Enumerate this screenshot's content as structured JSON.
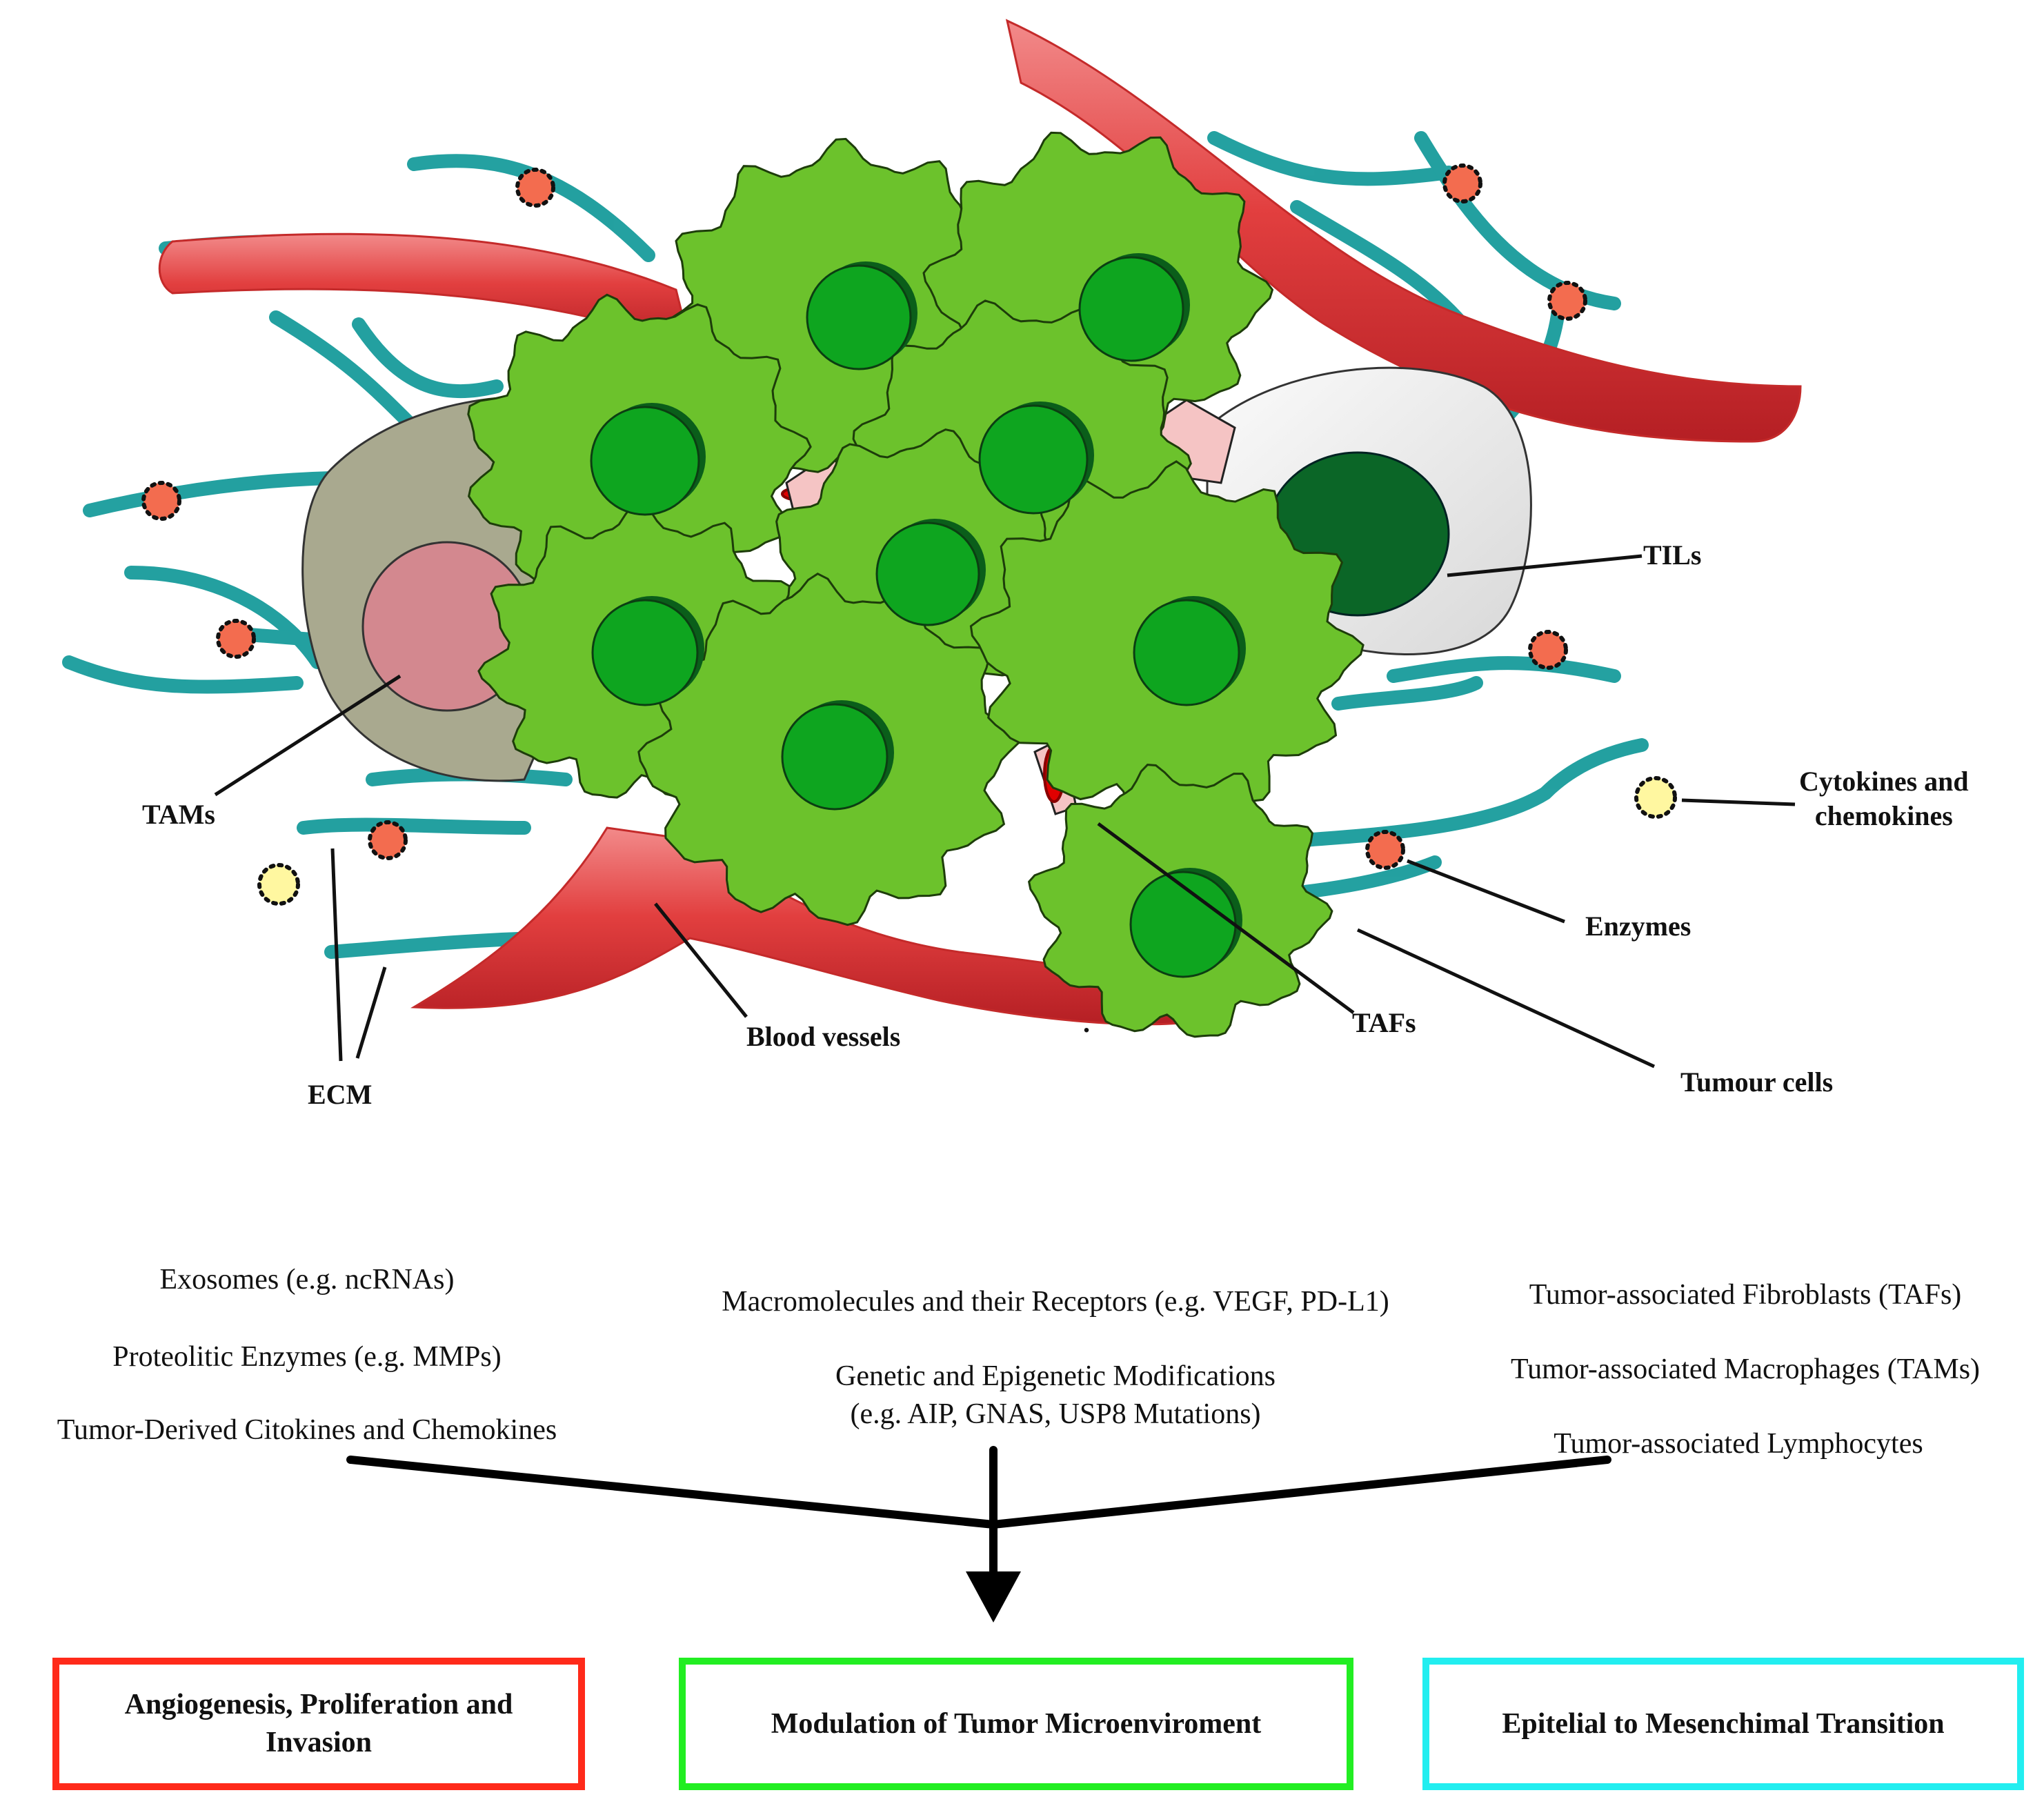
{
  "labels": {
    "tils": "TILs",
    "cytokines": "Cytokines and\nchemokines",
    "tams": "TAMs",
    "enzymes": "Enzymes",
    "blood_vessels": "Blood vessels",
    "tafs": "TAFs",
    "tumour_cells": "Tumour cells",
    "ecm": "ECM",
    "dot": "."
  },
  "factors": {
    "left": [
      "Exosomes (e.g. ncRNAs)",
      "Proteolitic Enzymes (e.g. MMPs)",
      "Tumor-Derived Citokines and Chemokines"
    ],
    "center": [
      "Macromolecules and their Receptors (e.g. VEGF, PD-L1)",
      "Genetic and Epigenetic Modifications\n(e.g. AIP, GNAS, USP8 Mutations)"
    ],
    "right": [
      "Tumor-associated Fibroblasts (TAFs)",
      "Tumor-associated Macrophages (TAMs)",
      "Tumor-associated Lymphocytes"
    ]
  },
  "outcomes": [
    {
      "label": "Angiogenesis, Proliferation  and\nInvasion",
      "color": "#ff2a1a"
    },
    {
      "label": "Modulation of Tumor Microenviroment",
      "color": "#22ee22"
    },
    {
      "label": "Epitelial to Mesenchimal Transition",
      "color": "#22eef0"
    }
  ],
  "colors": {
    "tumor_cell": "#6cc22c",
    "nucleus": "#0ea51f",
    "vessel": "#e23f3f",
    "ecm_fiber": "#119999",
    "enzyme": "#f36c4f",
    "cytokine": "#fff7a0",
    "tam_body": "#a9a98f",
    "tam_nucleus": "#d3888f",
    "til_body": "#eeeeee",
    "til_nucleus": "#0b6627",
    "taf": "#f5c4c4",
    "arrow": "#000000"
  }
}
